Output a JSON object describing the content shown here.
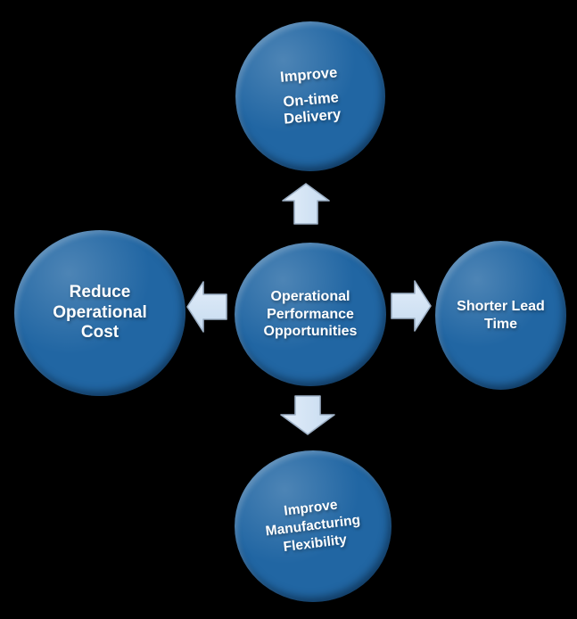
{
  "diagram": {
    "center_node": {
      "label": "Operational\nPerformance\nOpportunities"
    },
    "top_node": {
      "line1": "Improve",
      "line2": "On-time\nDelivery"
    },
    "left_node": {
      "label": "Reduce\nOperational\nCost"
    },
    "right_node": {
      "label": "Shorter Lead\nTime"
    },
    "bottom_node": {
      "label": "Improve\nManufacturing\nFlexibility"
    },
    "icons": [
      "arrow-up-icon",
      "arrow-left-icon",
      "arrow-right-icon",
      "arrow-down-icon"
    ]
  },
  "colors": {
    "background": "#000000",
    "sphere_fill": "#2166a3",
    "sphere_rim_highlight": "#bcdcf4",
    "sphere_rim_dark": "#0d2f51",
    "arrow_fill": "#cfe2f4",
    "arrow_border": "#9db0c5",
    "text": "#ffffff"
  }
}
